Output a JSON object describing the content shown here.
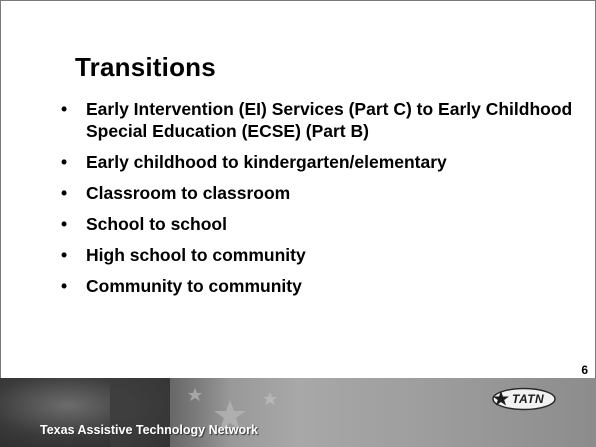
{
  "slide": {
    "title": "Transitions",
    "bullets": [
      "Early Intervention (EI) Services (Part C) to Early Childhood Special Education (ECSE) (Part B)",
      "Early childhood to kindergarten/elementary",
      "Classroom to classroom",
      "School to school",
      "High school to community",
      "Community to community"
    ],
    "bullet_glyph": "•",
    "page_number": "6"
  },
  "footer": {
    "organization": "Texas Assistive Technology Network",
    "logo_text": "TATN",
    "logo_icon": "star-icon"
  },
  "colors": {
    "text": "#000000",
    "footer_band": "#9d9d9d",
    "footer_text": "#ffffff"
  }
}
